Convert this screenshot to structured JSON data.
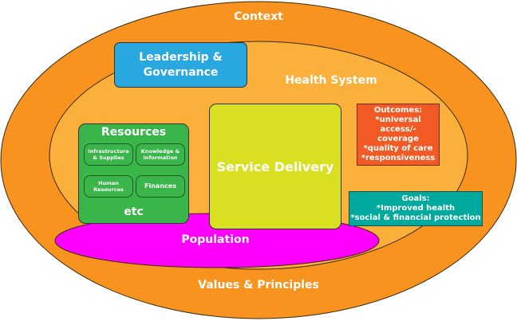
{
  "diagram": {
    "title": "Health System Framework",
    "colors": {
      "context": "#f7931e",
      "health_system": "#fbb03b",
      "population": "#ff00ff",
      "leadership": "#29a8e0",
      "service_delivery": "#d9e021",
      "resources": "#39b54a",
      "outcomes": "#f15a24",
      "goals": "#00a99d"
    },
    "context_label": "Context",
    "values_label": "Values & Principles",
    "health_system_label": "Health System",
    "population_label": "Population",
    "leadership": {
      "line1": "Leadership &",
      "line2": "Governance"
    },
    "service_delivery": "Service Delivery",
    "resources": {
      "title": "Resources",
      "items": [
        {
          "line1": "Infrastructure",
          "line2": "& Supplies"
        },
        {
          "line1": "Knowledge &",
          "line2": "Information"
        },
        {
          "line1": "Human",
          "line2": "Resources"
        },
        {
          "line1": "Finances",
          "line2": ""
        }
      ],
      "etc": "etc"
    },
    "outcomes": {
      "title": "Outcomes:",
      "lines": [
        "*universal access/-",
        "coverage",
        "*quality of care",
        "*responsiveness"
      ]
    },
    "goals": {
      "title": "Goals:",
      "lines": [
        "*Improved health",
        "*social & financial protection"
      ]
    }
  }
}
